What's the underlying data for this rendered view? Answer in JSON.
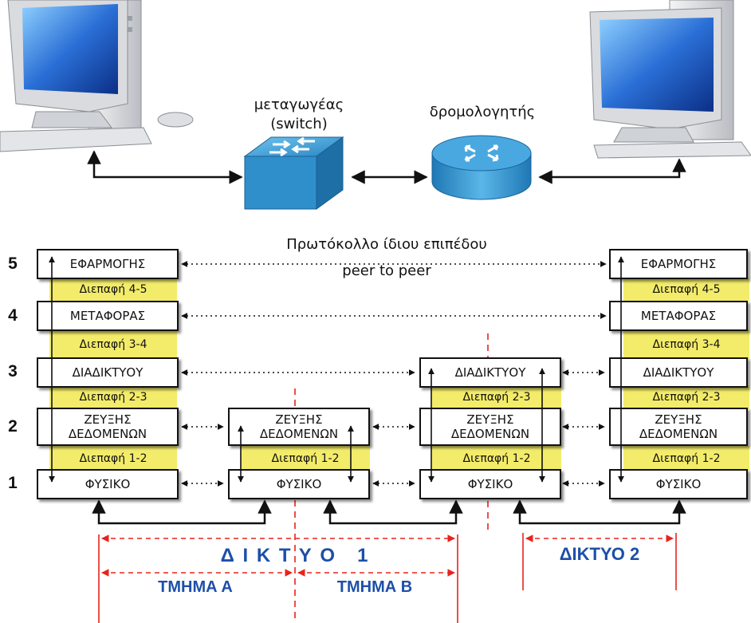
{
  "devices": {
    "switch_label_line1": "μεταγωγέας",
    "switch_label_line2": "(switch)",
    "router_label": "δρομολογητής"
  },
  "peer_protocol": {
    "line1": "Πρωτόκολλο ίδιου επιπέδου",
    "line2": "peer to peer"
  },
  "layer_numbers": [
    "5",
    "4",
    "3",
    "2",
    "1"
  ],
  "left_host": {
    "layers": {
      "application": "ΕΦΑΡΜΟΓΗΣ",
      "transport": "ΜΕΤΑΦΟΡΑΣ",
      "network": "ΔΙΑΔΙΚΤΥΟΥ",
      "datalink_line1": "ΖΕΥΞΗΣ",
      "datalink_line2": "ΔΕΔΟΜΕΝΩΝ",
      "physical": "ΦΥΣΙΚΟ"
    },
    "interfaces": [
      "Διεπαφή 4-5",
      "Διεπαφή 3-4",
      "Διεπαφή 2-3",
      "Διεπαφή 1-2"
    ]
  },
  "switch_stack": {
    "datalink_line1": "ΖΕΥΞΗΣ",
    "datalink_line2": "ΔΕΔΟΜΕΝΩΝ",
    "interface": "Διεπαφή 1-2",
    "physical": "ΦΥΣΙΚΟ"
  },
  "router_stack": {
    "network": "ΔΙΑΔΙΚΤΥΟΥ",
    "interface_23": "Διεπαφή 2-3",
    "datalink_line1": "ΖΕΥΞΗΣ",
    "datalink_line2": "ΔΕΔΟΜΕΝΩΝ",
    "interface_12": "Διεπαφή 1-2",
    "physical": "ΦΥΣΙΚΟ"
  },
  "right_host": {
    "layers": {
      "application": "ΕΦΑΡΜΟΓΗΣ",
      "transport": "ΜΕΤΑΦΟΡΑΣ",
      "network": "ΔΙΑΔΙΚΤΥΟΥ",
      "datalink_line1": "ΖΕΥΞΗΣ",
      "datalink_line2": "ΔΕΔΟΜΕΝΩΝ",
      "physical": "ΦΥΣΙΚΟ"
    },
    "interfaces": [
      "Διεπαφή 4-5",
      "Διεπαφή 3-4",
      "Διεπαφή 2-3",
      "Διεπαφή 1-2"
    ]
  },
  "networks": {
    "network1": "Δ Ι Κ Τ Υ Ο   1",
    "network2": "ΔΙΚΤΥΟ 2",
    "segment_a": "ΤΜΗΜΑ Α",
    "segment_b": "ΤΜΗΜΑ Β"
  },
  "colors": {
    "interface_fill": "#f3ec6a",
    "network_text": "#1d4fa8",
    "boundary_red": "#e8231c"
  },
  "icons": [
    "computer-icon",
    "switch-icon",
    "router-icon"
  ]
}
